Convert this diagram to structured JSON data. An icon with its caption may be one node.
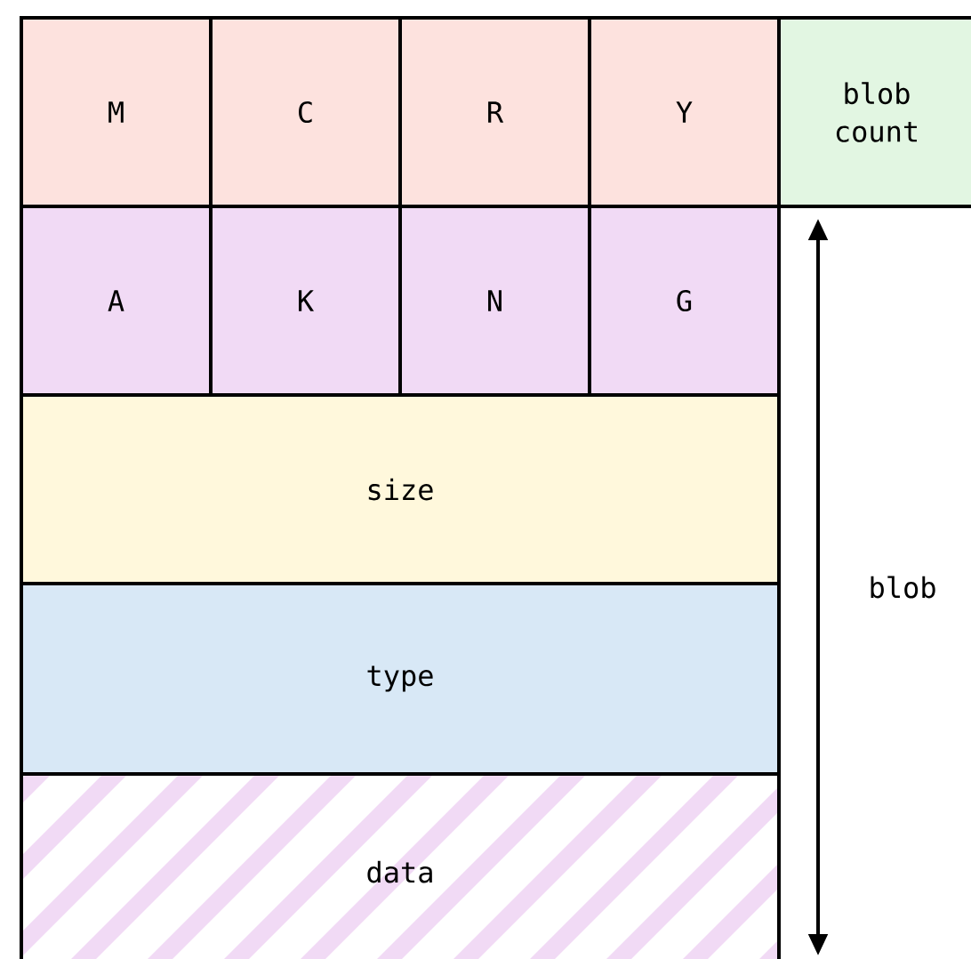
{
  "diagram": {
    "nodes": [
      {
        "text": [
          "M"
        ]
      },
      {
        "text": [
          "C"
        ]
      },
      {
        "text": [
          "R"
        ]
      },
      {
        "text": [
          "Y"
        ]
      },
      {
        "text": [
          "blob count"
        ]
      },
      {
        "text": [
          "A"
        ]
      },
      {
        "text": [
          "K"
        ]
      },
      {
        "text": [
          "N"
        ]
      },
      {
        "text": [
          "G"
        ]
      },
      {
        "text": [
          "size"
        ]
      },
      {
        "text": [
          "type"
        ]
      },
      {
        "text": [
          "data"
        ]
      }
    ],
    "labels": [
      "blob"
    ]
  }
}
